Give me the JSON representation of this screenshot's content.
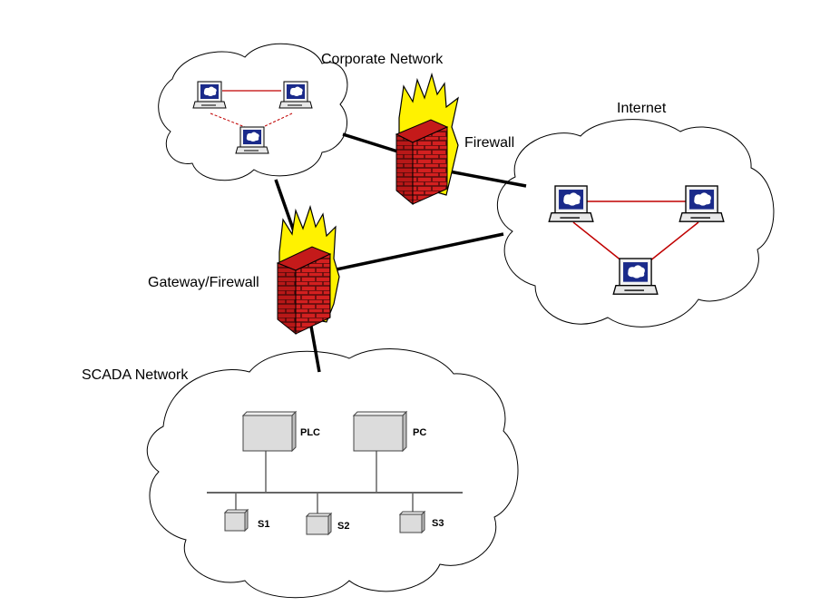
{
  "labels": {
    "corporate": "Corporate Network",
    "internet": "Internet",
    "firewall": "Firewall",
    "gateway": "Gateway/Firewall",
    "scada": "SCADA Network",
    "plc": "PLC",
    "pc": "PC",
    "s1": "S1",
    "s2": "S2",
    "s3": "S3"
  },
  "colors": {
    "brick": "#d32020",
    "mortar": "#5a0d0d",
    "flame": "#fff200",
    "flame_outline": "#000000",
    "lan_link": "#c00000",
    "trunk": "#000000",
    "device_fill": "#dcdcdc",
    "screen": "#1a2a8a"
  },
  "icons": {
    "computer": "desktop-computer-icon",
    "firewall": "burning-brick-wall-icon",
    "cloud": "network-cloud"
  }
}
